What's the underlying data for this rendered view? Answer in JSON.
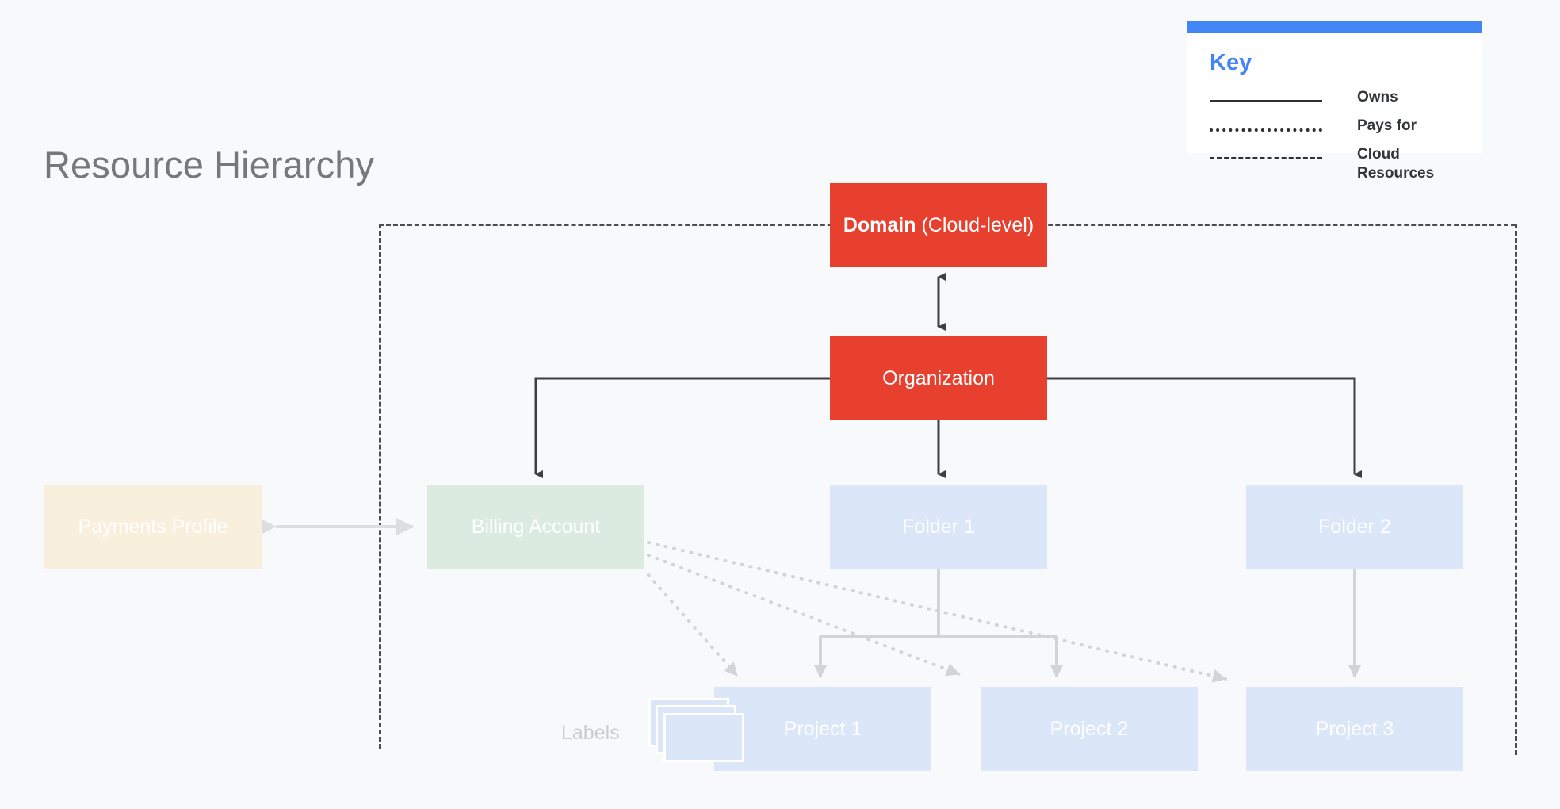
{
  "page": {
    "title": "Resource Hierarchy",
    "background_color": "#F7F9FA"
  },
  "key": {
    "heading": "Key",
    "accent_color": "#4285F4",
    "entries": [
      {
        "style": "solid",
        "label": "Owns"
      },
      {
        "style": "dotted",
        "label": "Pays for"
      },
      {
        "style": "dashed",
        "label": "Cloud Resources"
      }
    ]
  },
  "nodes": {
    "domain": {
      "label_strong": "Domain",
      "label_rest": " (Cloud-level)",
      "color": "#E8402F"
    },
    "organization": {
      "label": "Organization",
      "color": "#E8402F"
    },
    "payments": {
      "label": "Payments Profile",
      "color": "#F8EFDC"
    },
    "billing": {
      "label": "Billing Account",
      "color": "#DCEBE0"
    },
    "folder1": {
      "label": "Folder 1",
      "color": "#DCE6F9"
    },
    "folder2": {
      "label": "Folder 2",
      "color": "#DCE6F9"
    },
    "project1": {
      "label": "Project 1",
      "color": "#DCE6F9"
    },
    "project2": {
      "label": "Project 2",
      "color": "#DCE6F9"
    },
    "project3": {
      "label": "Project 3",
      "color": "#DCE6F9"
    }
  },
  "labels_group": {
    "label": "Labels"
  },
  "edges": {
    "owns_color": "#3C4043",
    "pays_for_color": "#D5D8DB",
    "resource_color": "#D5D8DB",
    "boundary_color": "#4A4E52"
  }
}
